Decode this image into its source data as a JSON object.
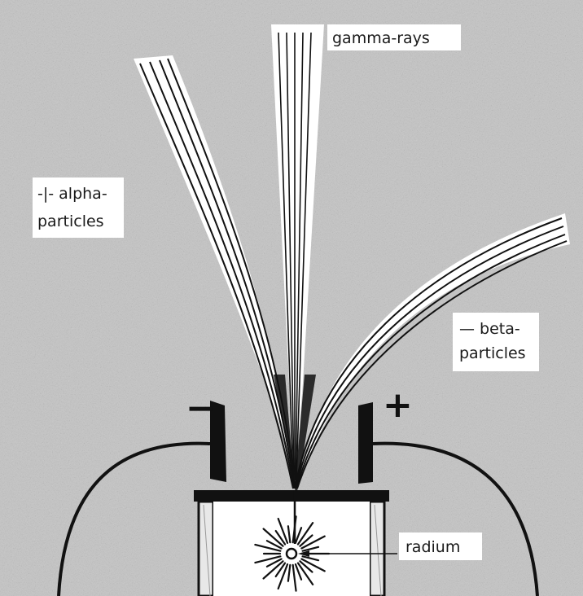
{
  "labels": {
    "gamma": "gamma-rays",
    "alpha_line1": "-|- alpha-",
    "alpha_line2": "particles",
    "beta_line1": "— beta-",
    "beta_line2": "particles",
    "radium": "radium",
    "minus_sign": "−",
    "plus_sign": "+"
  },
  "colors": {
    "background": "#bdbdbd",
    "speckle": "#9a9a9a",
    "ink": "#111111",
    "label_bg": "#ffffff"
  }
}
